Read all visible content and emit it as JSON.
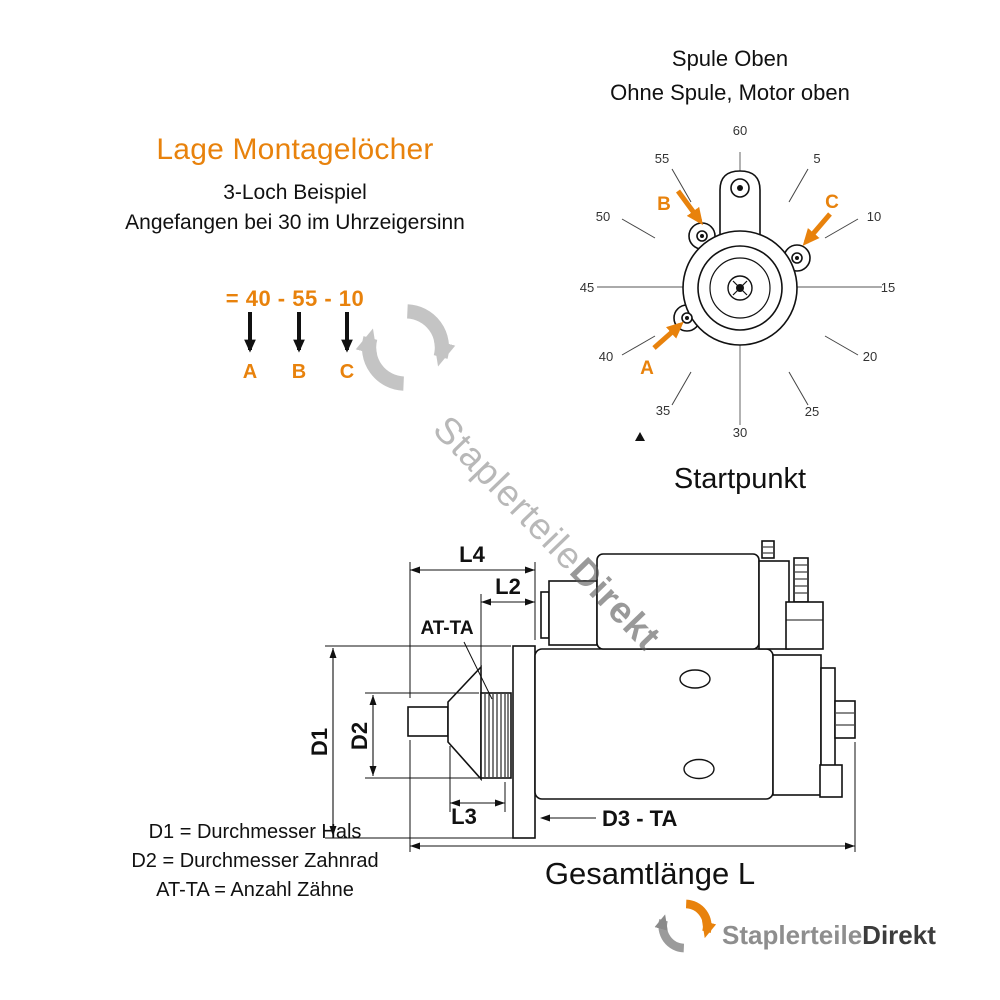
{
  "colors": {
    "accent": "#E8820C",
    "text": "#111111",
    "logo_gray": "#8e8e8e",
    "logo_dark": "#3c3c3c"
  },
  "left_panel": {
    "title": "Lage Montagelöcher",
    "line1": "3-Loch Beispiel",
    "line2": "Angefangen bei 30 im Uhrzeigersinn",
    "formula": "= 40 - 55 - 10",
    "label_a": "A",
    "label_b": "B",
    "label_c": "C"
  },
  "dial": {
    "heading1": "Spule Oben",
    "heading2": "Ohne Spule, Motor oben",
    "startpunkt": "Startpunkt",
    "numbers": [
      "60",
      "5",
      "10",
      "15",
      "20",
      "25",
      "30",
      "35",
      "40",
      "45",
      "50",
      "55"
    ],
    "hole_a": "A",
    "hole_b": "B",
    "hole_c": "C"
  },
  "dims": {
    "l4": "L4",
    "l2": "L2",
    "at_ta": "AT-TA",
    "d1": "D1",
    "d2": "D2",
    "l3": "L3",
    "d3_ta": "D3 - TA",
    "total": "Gesamtlänge L"
  },
  "legend": {
    "line1": "D1 = Durchmesser Hals",
    "line2": "D2 = Durchmesser Zahnrad",
    "line3": "AT-TA = Anzahl Zähne"
  },
  "watermark": {
    "part1": "Staplerteile",
    "part2": "Direkt"
  },
  "logo": {
    "part1": "Staplerteile",
    "part2": "Direkt"
  }
}
